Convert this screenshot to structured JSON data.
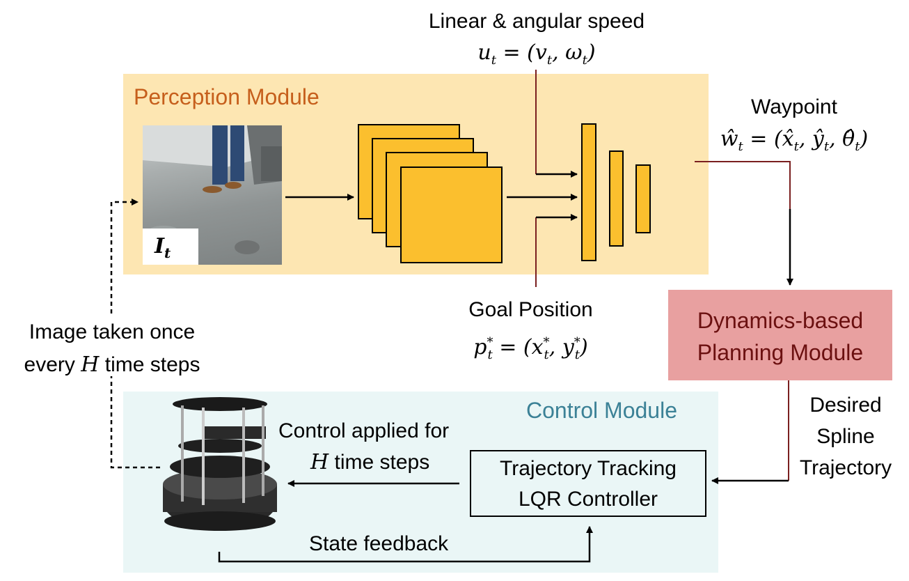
{
  "perception": {
    "title": "Perception Module",
    "title_color": "#c65f1c",
    "bg_color": "#fde6b2",
    "image_label": "I_t"
  },
  "speed": {
    "label": "Linear & angular speed",
    "formula": "u_t = (v_t, ω_t)"
  },
  "waypoint": {
    "label": "Waypoint",
    "formula": "ŵ_t = (x̂_t, ŷ_t, θ̂_t)"
  },
  "goal": {
    "label": "Goal Position",
    "formula": "p*_t = (x*_t, y*_t)"
  },
  "planning": {
    "line1": "Dynamics-based",
    "line2": "Planning Module",
    "bg_color": "#e8a0a0",
    "text_color": "#6b1010"
  },
  "image_note": {
    "line1": "Image taken once",
    "line2_pre": "every ",
    "line2_var": "H",
    "line2_post": " time steps"
  },
  "spline": {
    "line1": "Desired",
    "line2": "Spline",
    "line3": "Trajectory"
  },
  "control": {
    "title": "Control Module",
    "title_color": "#3b8196",
    "bg_color": "#eaf6f6",
    "applied_line1": "Control applied for",
    "applied_var": "H",
    "applied_post": " time steps",
    "controller_line1": "Trajectory Tracking",
    "controller_line2": "LQR Controller",
    "feedback": "State feedback"
  },
  "colors": {
    "cnn_fill": "#fbbf2e",
    "arrow": "#000000",
    "dark_red_line": "#7a1f1f"
  }
}
